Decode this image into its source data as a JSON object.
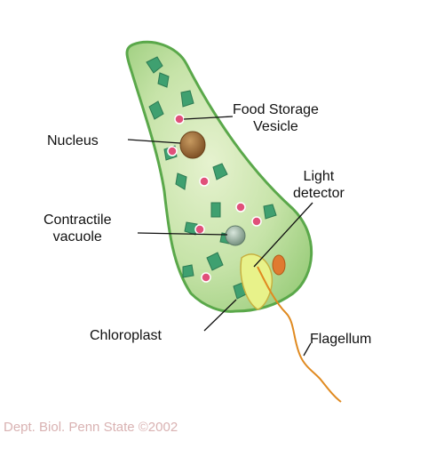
{
  "labels": {
    "food_storage_line1": "Food Storage",
    "food_storage_line2": "Vesicle",
    "nucleus": "Nucleus",
    "light_detector_line1": "Light",
    "light_detector_line2": "detector",
    "contractile_line1": "Contractile",
    "contractile_line2": "vacuole",
    "chloroplast": "Chloroplast",
    "flagellum": "Flagellum"
  },
  "credit": "Dept. Biol. Penn State ©2002",
  "colors": {
    "cell_fill": "#bfe0a0",
    "cell_outline": "#5aa84a",
    "chloroplast": "#3fa070",
    "vesicle": "#e0507a",
    "nucleus": "#9a6a3a",
    "vacuole": "#8aa090",
    "eyespot": "#e07a30",
    "flagellum": "#e08a20",
    "leader_line": "#111111",
    "credit_text": "#d9b2b2"
  }
}
